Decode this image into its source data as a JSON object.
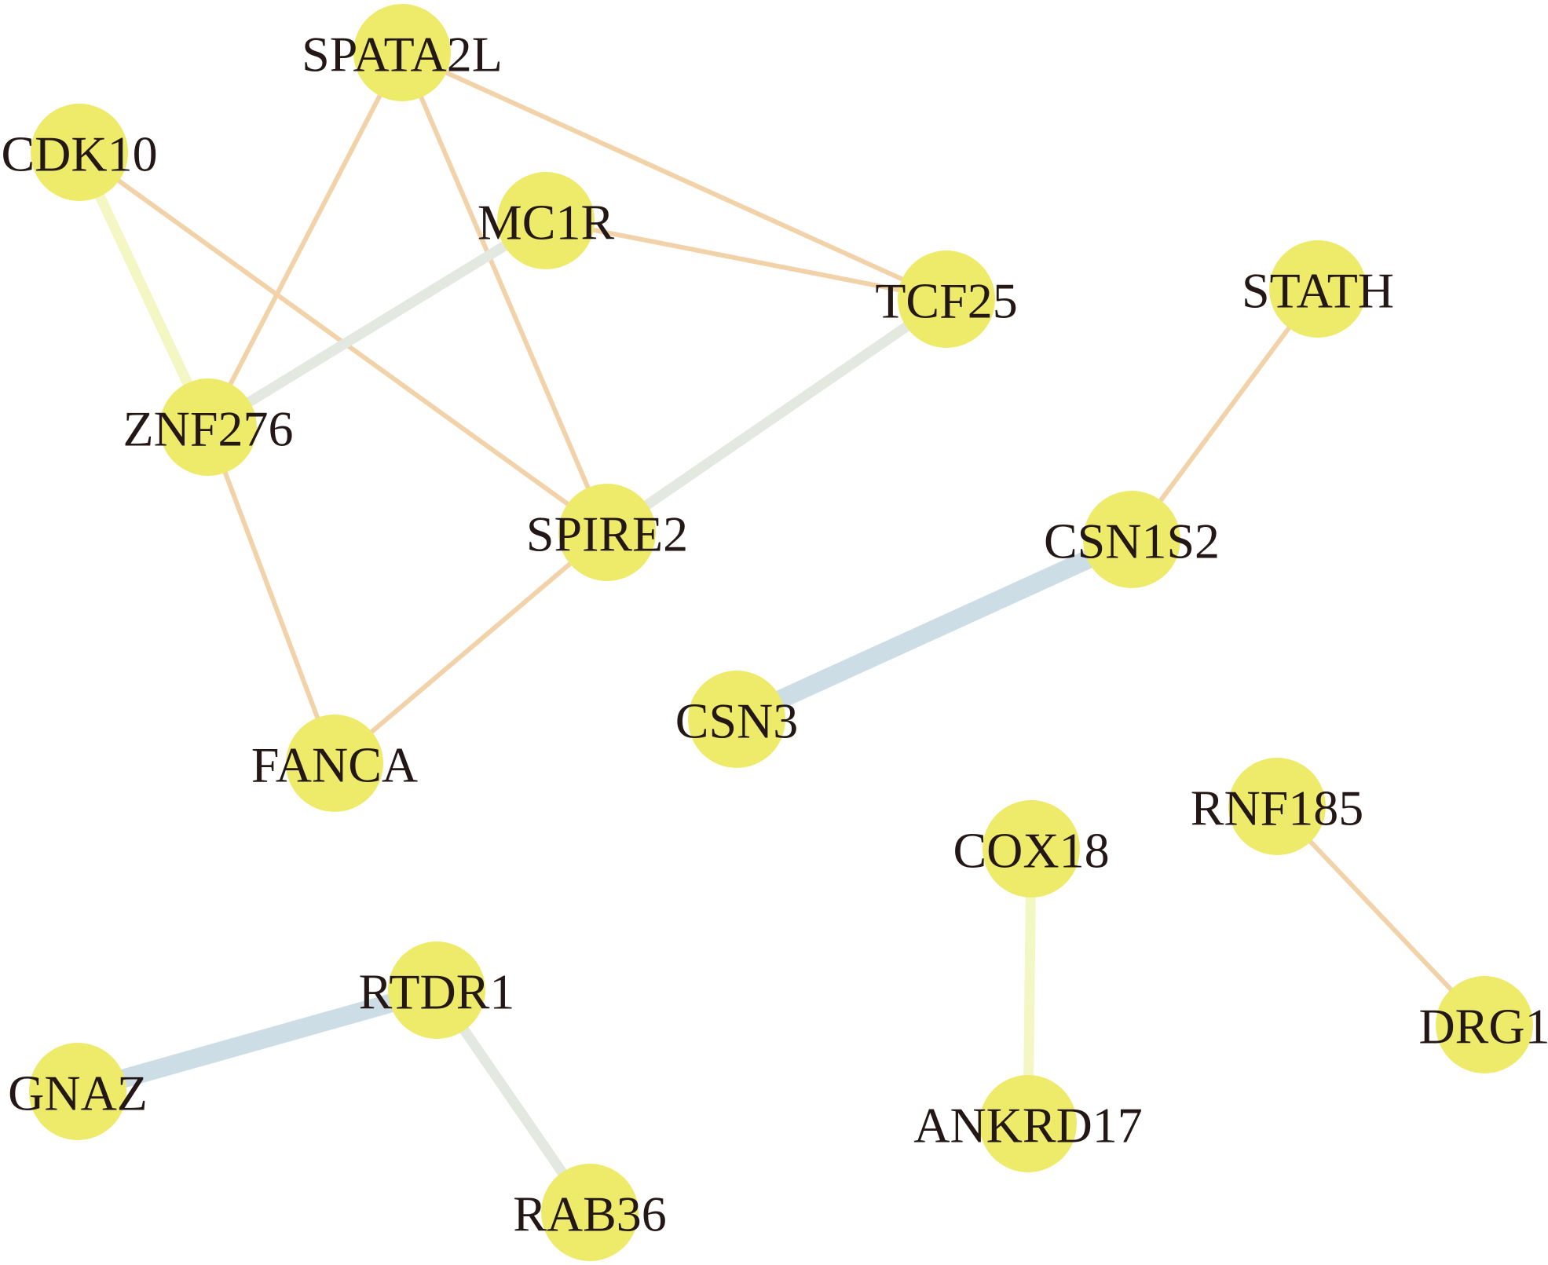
{
  "nodes": [
    {
      "id": "SPATA2L",
      "label": "SPATA2L"
    },
    {
      "id": "CDK10",
      "label": "CDK10"
    },
    {
      "id": "MC1R",
      "label": "MC1R"
    },
    {
      "id": "TCF25",
      "label": "TCF25"
    },
    {
      "id": "STATH",
      "label": "STATH"
    },
    {
      "id": "ZNF276",
      "label": "ZNF276"
    },
    {
      "id": "SPIRE2",
      "label": "SPIRE2"
    },
    {
      "id": "CSN1S2",
      "label": "CSN1S2"
    },
    {
      "id": "CSN3",
      "label": "CSN3"
    },
    {
      "id": "FANCA",
      "label": "FANCA"
    },
    {
      "id": "RNF185",
      "label": "RNF185"
    },
    {
      "id": "COX18",
      "label": "COX18"
    },
    {
      "id": "RTDR1",
      "label": "RTDR1"
    },
    {
      "id": "DRG1",
      "label": "DRG1"
    },
    {
      "id": "GNAZ",
      "label": "GNAZ"
    },
    {
      "id": "ANKRD17",
      "label": "ANKRD17"
    },
    {
      "id": "RAB36",
      "label": "RAB36"
    }
  ],
  "edges": [
    {
      "source": "SPATA2L",
      "target": "ZNF276",
      "color": "#f2d2a8",
      "weight": "thin"
    },
    {
      "source": "SPATA2L",
      "target": "SPIRE2",
      "color": "#f2d2a8",
      "weight": "thin"
    },
    {
      "source": "SPATA2L",
      "target": "TCF25",
      "color": "#f2d2a8",
      "weight": "thin"
    },
    {
      "source": "CDK10",
      "target": "ZNF276",
      "color": "#f4f6c4",
      "weight": "medium"
    },
    {
      "source": "CDK10",
      "target": "SPIRE2",
      "color": "#f2d2a8",
      "weight": "thin"
    },
    {
      "source": "MC1R",
      "target": "TCF25",
      "color": "#f2d2a8",
      "weight": "thin"
    },
    {
      "source": "MC1R",
      "target": "ZNF276",
      "color": "#e3e9e0",
      "weight": "medium"
    },
    {
      "source": "TCF25",
      "target": "SPIRE2",
      "color": "#e3e9e0",
      "weight": "medium"
    },
    {
      "source": "ZNF276",
      "target": "FANCA",
      "color": "#f2d2a8",
      "weight": "thin"
    },
    {
      "source": "SPIRE2",
      "target": "FANCA",
      "color": "#f2d2a8",
      "weight": "thin"
    },
    {
      "source": "STATH",
      "target": "CSN1S2",
      "color": "#f2d2a8",
      "weight": "thin"
    },
    {
      "source": "CSN1S2",
      "target": "CSN3",
      "color": "#cddde6",
      "weight": "thick"
    },
    {
      "source": "RNF185",
      "target": "DRG1",
      "color": "#f2d2a8",
      "weight": "thin"
    },
    {
      "source": "COX18",
      "target": "ANKRD17",
      "color": "#f4f6c4",
      "weight": "medium"
    },
    {
      "source": "RTDR1",
      "target": "GNAZ",
      "color": "#cddde6",
      "weight": "thick"
    },
    {
      "source": "RTDR1",
      "target": "RAB36",
      "color": "#e3e9e0",
      "weight": "medium"
    }
  ],
  "colors": {
    "node_fill": "#eeea6a",
    "label_text": "#231815"
  }
}
